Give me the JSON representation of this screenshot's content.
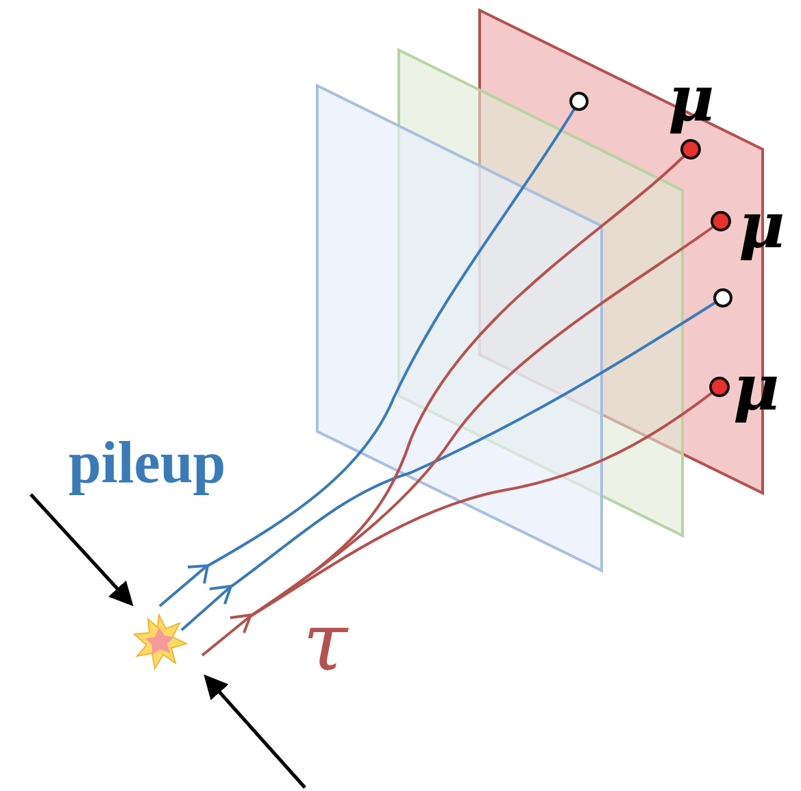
{
  "diagram": {
    "labels": [
      "μ",
      "μ",
      "μ",
      "pileup",
      "τ"
    ]
  }
}
